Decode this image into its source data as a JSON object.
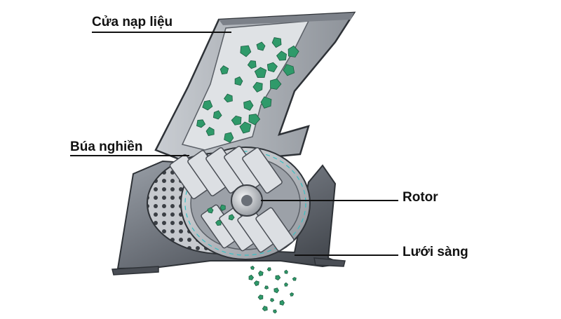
{
  "labels": {
    "feed_inlet": "Cửa nạp liệu",
    "hammers": "Búa nghiền",
    "rotor": "Rotor",
    "screen": "Lưới sàng"
  },
  "colors": {
    "housing_dark": "#4a4e55",
    "housing_light": "#8a8f97",
    "granule": "#2f9a6a",
    "granule_edge": "#1b5e41",
    "screen_steel": "#b9bdc3",
    "rotor_hub": "#d6d9dd",
    "leader_line": "#111111"
  },
  "icons": [
    "hammer-mill-illustration"
  ]
}
